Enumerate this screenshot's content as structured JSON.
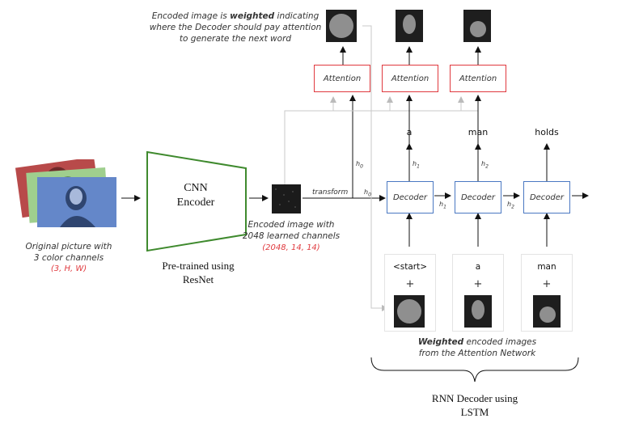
{
  "top_note": [
    "Encoded image is ",
    "weighted",
    " indicating",
    "where the Decoder should pay attention",
    "to generate the next word"
  ],
  "original_picture": {
    "caption_line1": "Original picture with",
    "caption_line2": "3 color channels",
    "shape": "(3, H, W)"
  },
  "encoder": {
    "label_line1": "CNN",
    "label_line2": "Encoder",
    "pretrained_line1": "Pre-trained using",
    "pretrained_line2": "ResNet"
  },
  "encoded_image": {
    "caption_line1": "Encoded image with",
    "caption_line2": "2048 learned channels",
    "shape": "(2048, 14, 14)"
  },
  "transform_label": "transform",
  "attention_label": "Attention",
  "decoder_label": "Decoder",
  "output_words": [
    "a",
    "man",
    "holds"
  ],
  "input_words": [
    "<start>",
    "a",
    "man"
  ],
  "plus_sign": "+",
  "hidden_labels": {
    "h": "h",
    "h0": "0",
    "h1": "1",
    "h2": "2"
  },
  "weighted_note": [
    "Weighted",
    " encoded images",
    "from the Attention Network"
  ],
  "rnn_decoder": {
    "line1": "RNN Decoder using",
    "line2": "LSTM"
  },
  "colors": {
    "attention_border": "#e0393e",
    "decoder_border": "#4a78c2",
    "encoder_border": "#3f8a2e",
    "shape_text": "#e0393e"
  }
}
